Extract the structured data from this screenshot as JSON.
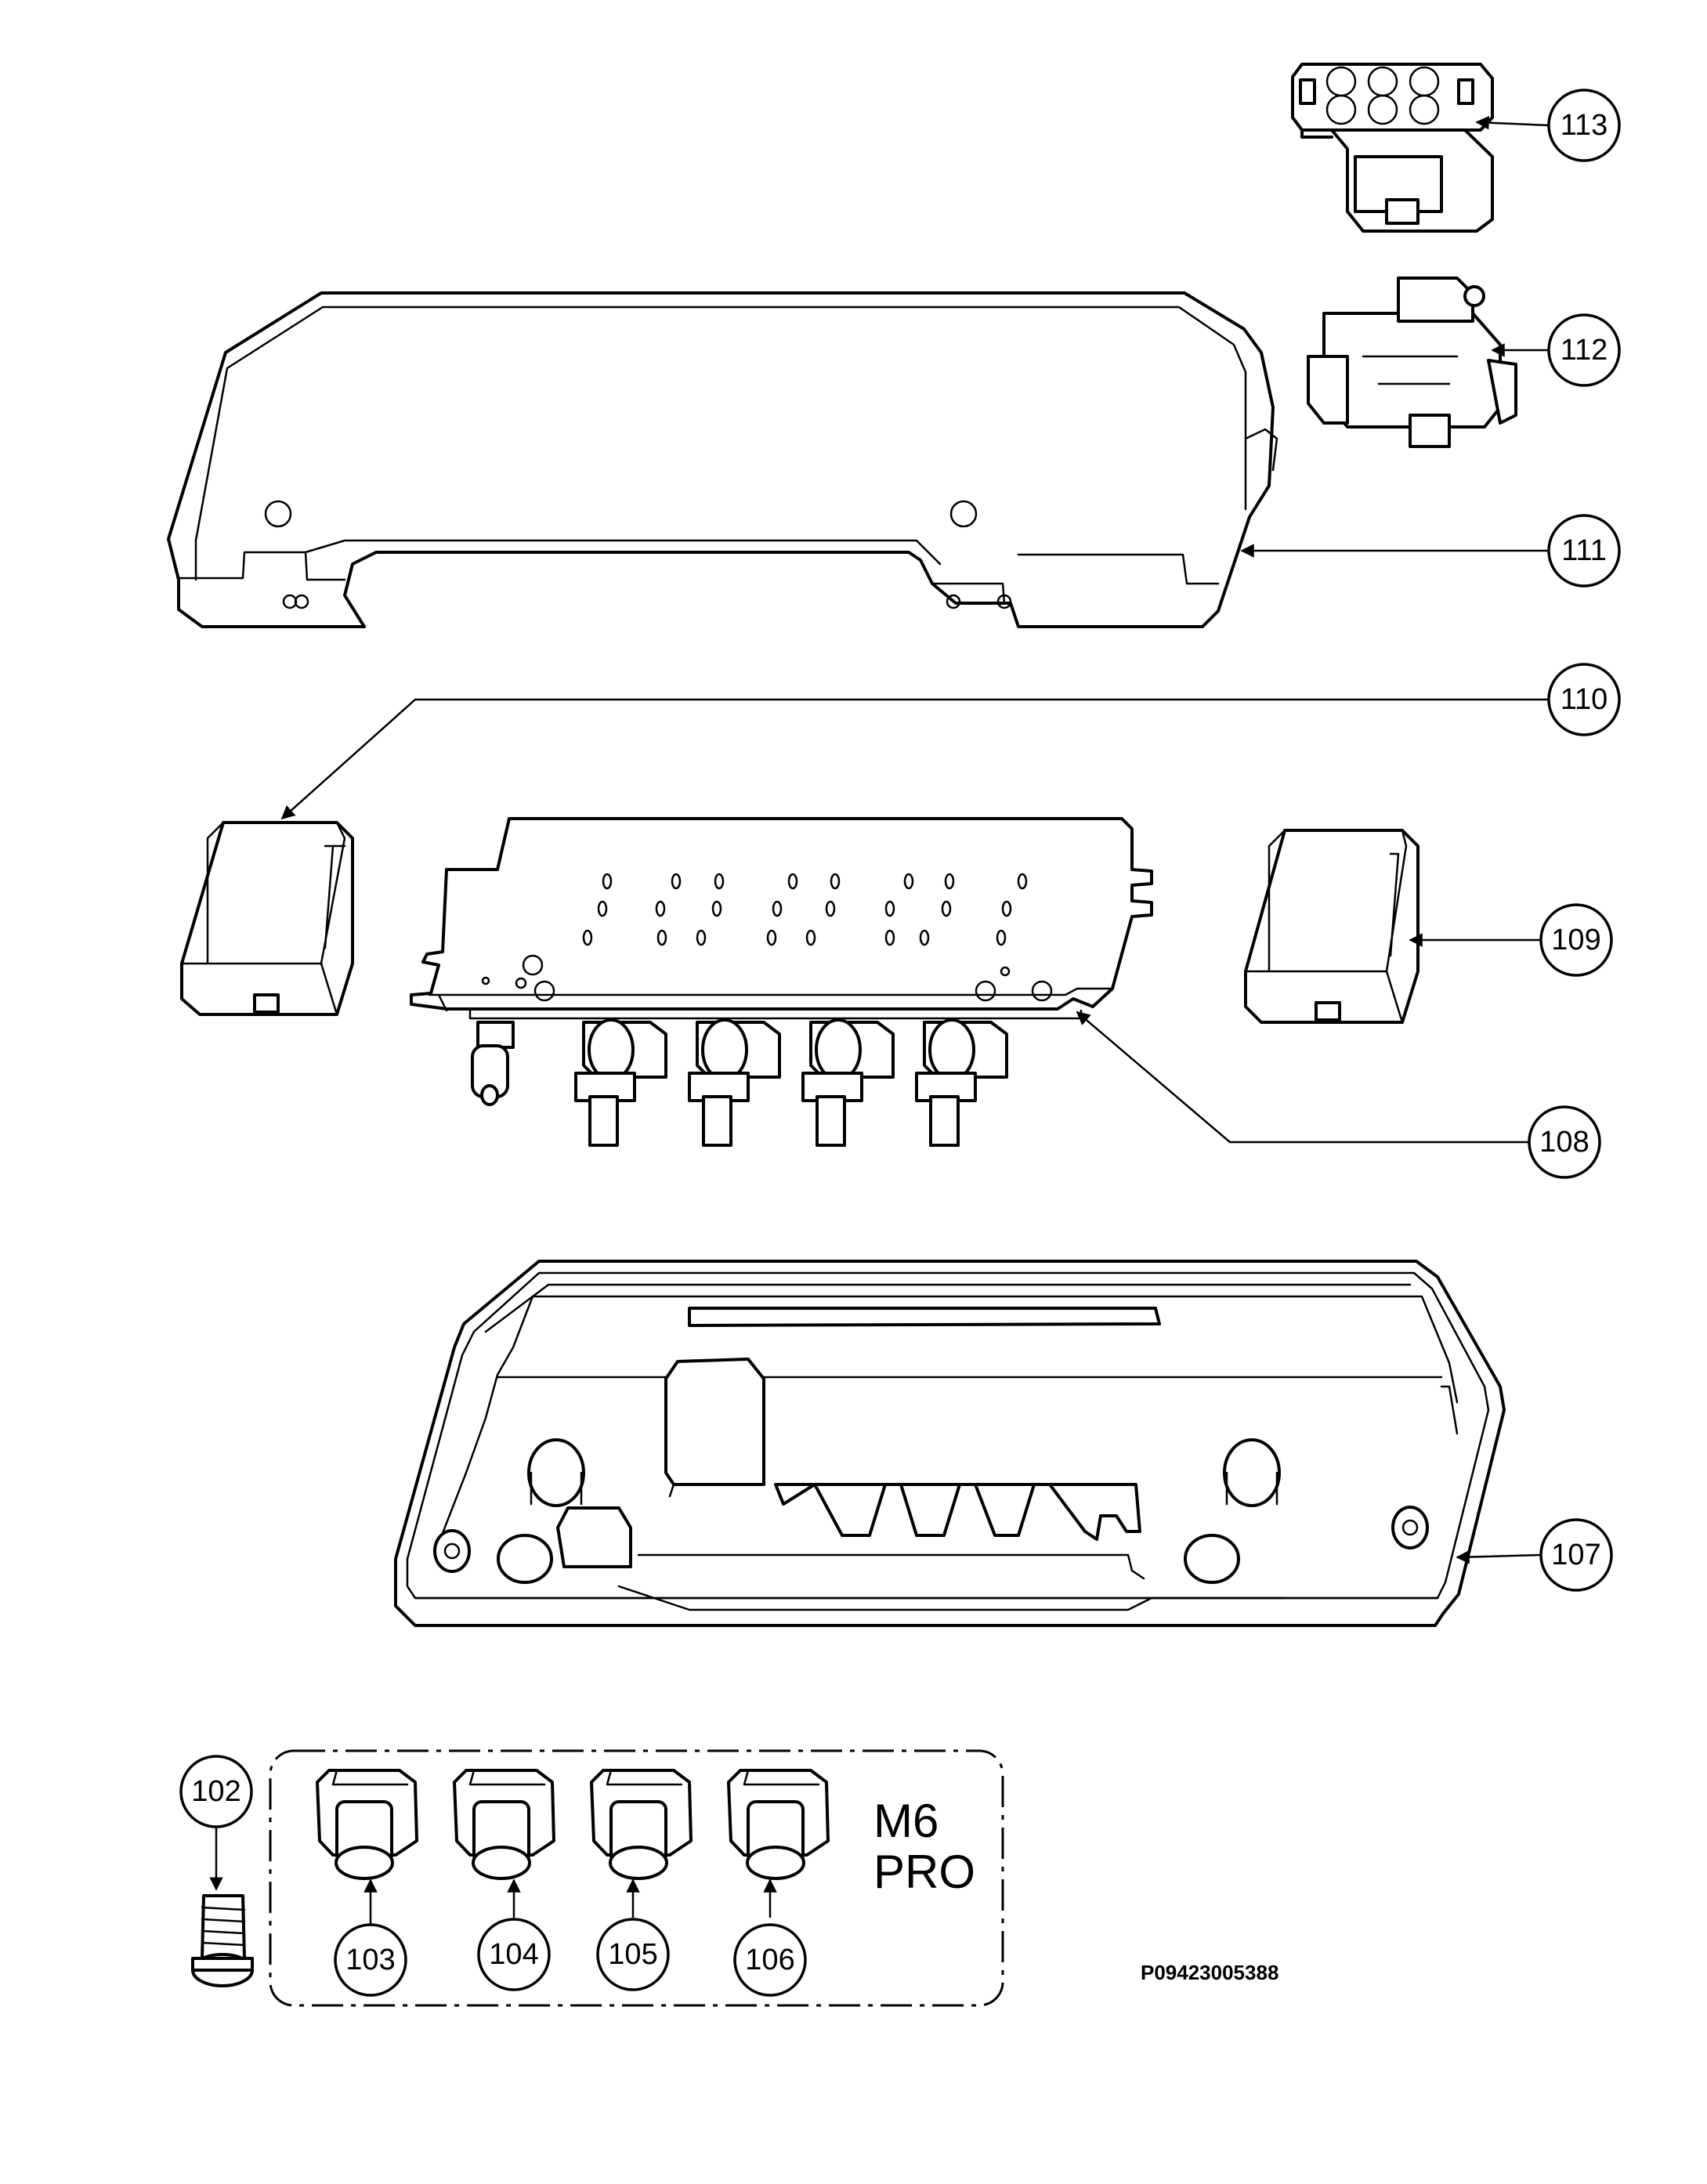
{
  "drawing_code": "P09423005388",
  "variant_label": {
    "line1": "M6",
    "line2": "PRO"
  },
  "callouts": {
    "c102": "102",
    "c103": "103",
    "c104": "104",
    "c105": "105",
    "c106": "106",
    "c107": "107",
    "c108": "108",
    "c109": "109",
    "c110": "110",
    "c111": "111",
    "c112": "112",
    "c113": "113"
  }
}
